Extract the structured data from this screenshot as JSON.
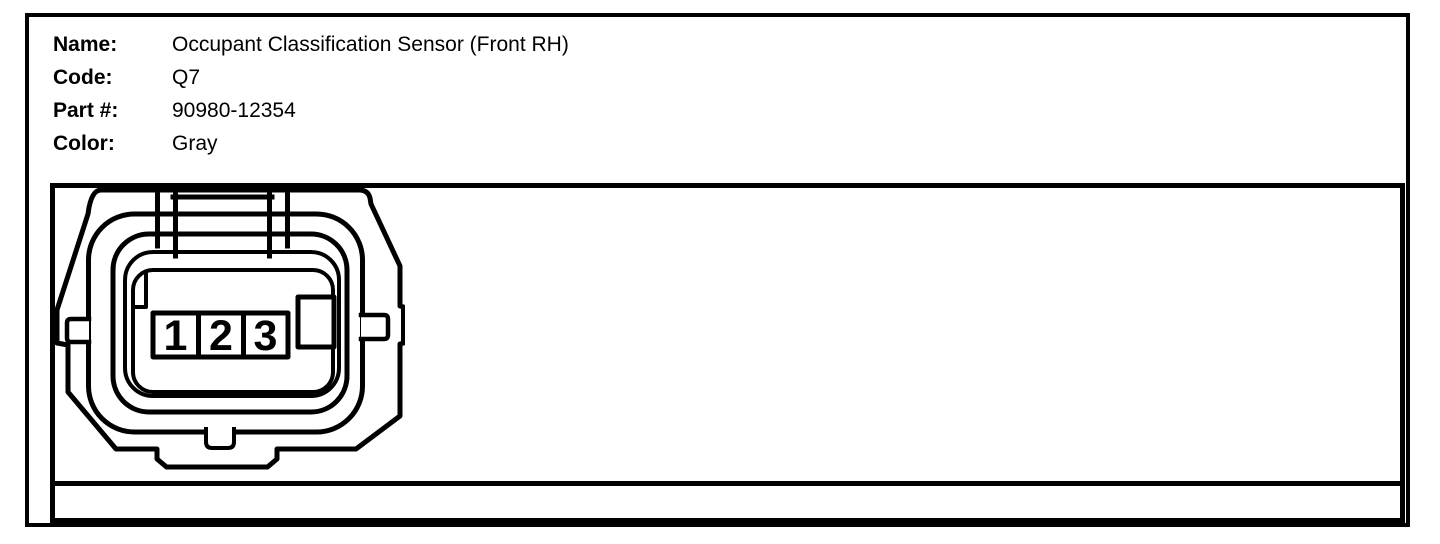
{
  "colors": {
    "ink": "#000000",
    "paper": "#ffffff"
  },
  "header": {
    "fields": [
      {
        "label": "Name:",
        "value": "Occupant Classification Sensor (Front RH)"
      },
      {
        "label": "Code:",
        "value": "Q7"
      },
      {
        "label": "Part #:",
        "value": "90980-12354"
      },
      {
        "label": "Color:",
        "value": "Gray"
      }
    ]
  },
  "connector": {
    "kind": "3-pin connector face view",
    "pins": [
      "1",
      "2",
      "3"
    ]
  }
}
